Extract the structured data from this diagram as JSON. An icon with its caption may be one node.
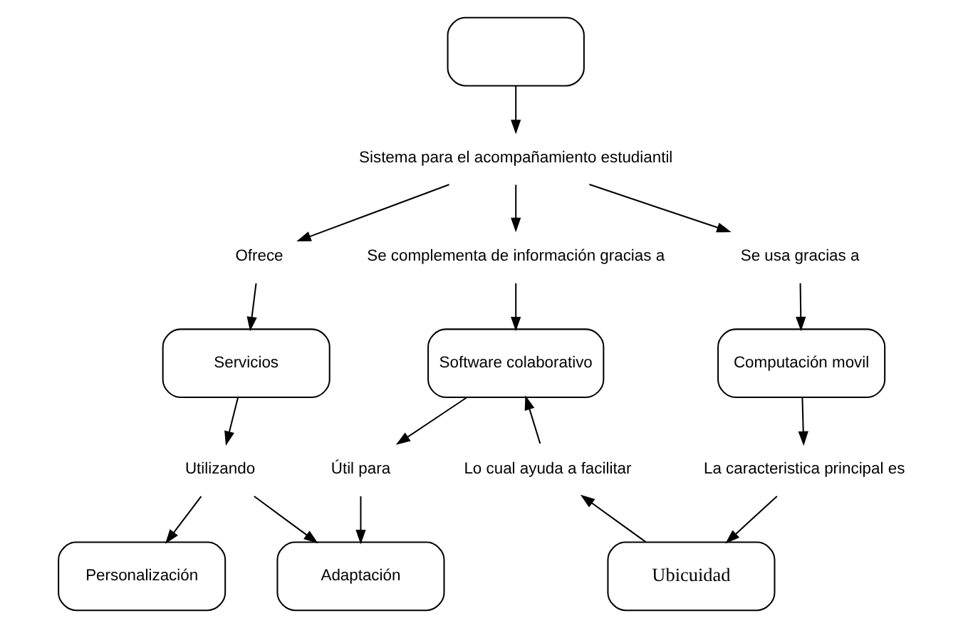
{
  "diagram": {
    "nodes": [
      {
        "text": [],
        "shape": "box"
      },
      {
        "text": [
          "Sistema para el acompañamiento estudiantil"
        ]
      },
      {
        "text": [
          "Ofrece"
        ]
      },
      {
        "text": [
          "Se complementa de información gracias a"
        ]
      },
      {
        "text": [
          "Se usa gracias a"
        ]
      },
      {
        "text": [
          "Servicios"
        ]
      },
      {
        "text": [
          "Software colaborativo"
        ]
      },
      {
        "text": [
          "Computación movil"
        ]
      },
      {
        "text": [
          "Utilizando"
        ]
      },
      {
        "text": [
          "Útil para"
        ]
      },
      {
        "text": [
          "La caracteristica principal es"
        ]
      },
      {
        "text": [
          "Lo cual ayuda a facilitar"
        ]
      },
      {
        "text": [
          "Personalización"
        ]
      },
      {
        "text": [
          "Adaptación"
        ]
      },
      {
        "text": [
          "Ubicuidad"
        ]
      }
    ],
    "edges": [
      {
        "from": 0,
        "to": 1,
        "arrow": "to"
      },
      {
        "from": 1,
        "to": 2,
        "arrow": "to"
      },
      {
        "from": 1,
        "to": 3,
        "arrow": "to"
      },
      {
        "from": 1,
        "to": 4,
        "arrow": "to"
      },
      {
        "from": 2,
        "to": 5,
        "arrow": "to"
      },
      {
        "from": 3,
        "to": 6,
        "arrow": "to"
      },
      {
        "from": 4,
        "to": 7,
        "arrow": "to"
      },
      {
        "from": 5,
        "to": 8,
        "arrow": "to"
      },
      {
        "from": 8,
        "to": 12,
        "arrow": "to"
      },
      {
        "from": 8,
        "to": 13,
        "arrow": "to"
      },
      {
        "from": 6,
        "to": 9,
        "arrow": "to"
      },
      {
        "from": 9,
        "to": 13,
        "arrow": "to"
      },
      {
        "from": 7,
        "to": 10,
        "arrow": "to"
      },
      {
        "from": 10,
        "to": 14,
        "arrow": "to"
      },
      {
        "from": 14,
        "to": 11,
        "arrow": "to"
      },
      {
        "from": 11,
        "to": 6,
        "arrow": "to"
      }
    ]
  }
}
